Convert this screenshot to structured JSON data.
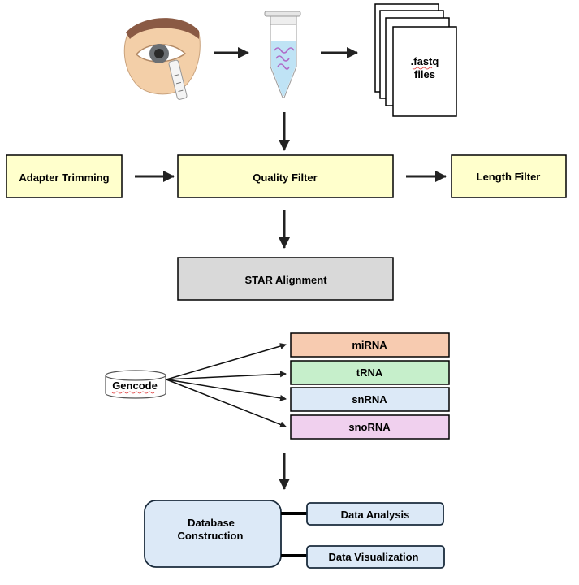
{
  "images": {
    "eye": "eye-with-schirmer-strip",
    "tube": "microcentrifuge-tube-with-rna"
  },
  "files": {
    "line1": ".fastq",
    "line2": "files"
  },
  "steps": {
    "adapter_trimming": "Adapter Trimming",
    "quality_filter": "Quality Filter",
    "length_filter": "Length Filter",
    "star_alignment": "STAR Alignment"
  },
  "annotation_db": "Gencode",
  "rna_types": [
    {
      "label": "miRNA",
      "color": "#f7cbb0"
    },
    {
      "label": "tRNA",
      "color": "#c6efcb"
    },
    {
      "label": "snRNA",
      "color": "#dce9f7"
    },
    {
      "label": "snoRNA",
      "color": "#f0d0ee"
    }
  ],
  "database": {
    "title_line1": "Database",
    "title_line2": "Construction",
    "outputs": [
      "Data Analysis",
      "Data Visualization"
    ]
  },
  "colors": {
    "step_fill": "#ffffcc",
    "star_fill": "#d9d9d9",
    "db_fill": "#dce9f7",
    "skin": "#f3cfa8",
    "brow": "#8a5a44",
    "iris": "#6b6f73",
    "tube_liquid": "#bfe3f5",
    "rna_purple": "#b06bc8"
  }
}
